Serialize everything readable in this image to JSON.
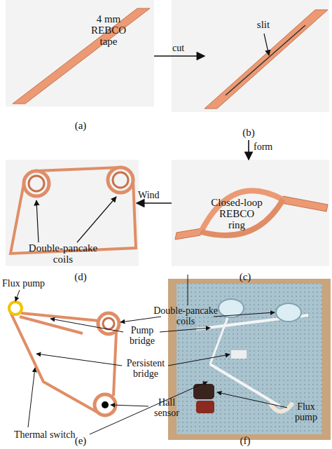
{
  "diagram": {
    "nodes": [
      {
        "text": [
          "4 mm REBCO tape",
          "(a)"
        ]
      },
      {
        "text": [
          "slit",
          "(b)"
        ]
      },
      {
        "text": [
          "Closed-loop REBCO ring",
          "(c)"
        ]
      },
      {
        "text": [
          "Double-pancake coils",
          "(d)"
        ]
      },
      {
        "text": [
          "(e)"
        ]
      },
      {
        "text": [
          "(f)"
        ]
      }
    ],
    "edges": [
      {
        "from": 0,
        "to": 1,
        "label": "cut",
        "arrow": "to"
      },
      {
        "from": 1,
        "to": 2,
        "label": "form",
        "arrow": "to"
      },
      {
        "from": 2,
        "to": 3,
        "label": "Wind",
        "arrow": "to"
      }
    ],
    "labels": [
      "Flux pump",
      "Double-pancake coils",
      "Pump bridge",
      "Persistent bridge",
      "Hall sensor",
      "Thermal switch",
      "Flux pump"
    ]
  }
}
